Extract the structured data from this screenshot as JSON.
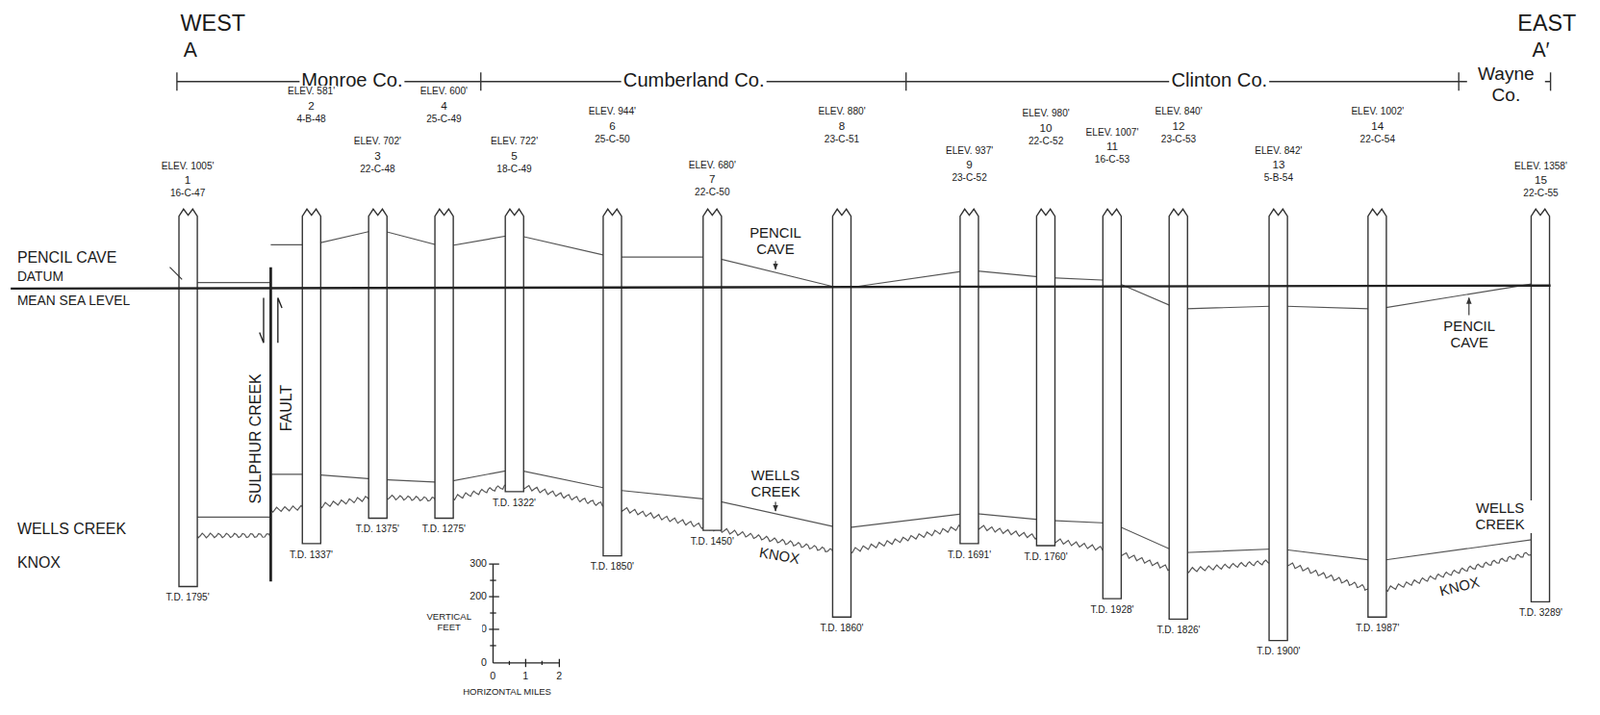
{
  "diagram": {
    "labels": [
      "WEST",
      "A",
      "Monroe Co.",
      "Cumberland Co.",
      "Clinton Co.",
      "EAST",
      "A′",
      "Wayne Co.",
      "ELEV. 1005'",
      "1",
      "16-C-47",
      "ELEV. 581'",
      "2",
      "4-B-48",
      "ELEV. 702'",
      "3",
      "22-C-48",
      "ELEV. 600'",
      "4",
      "25-C-49",
      "ELEV. 722'",
      "5",
      "18-C-49",
      "ELEV. 944'",
      "6",
      "25-C-50",
      "ELEV. 680'",
      "7",
      "22-C-50",
      "ELEV. 880'",
      "8",
      "23-C-51",
      "ELEV. 937'",
      "9",
      "23-C-52",
      "ELEV. 980'",
      "10",
      "22-C-52",
      "ELEV. 1007'",
      "11",
      "16-C-53",
      "ELEV. 840'",
      "12",
      "23-C-53",
      "ELEV. 842'",
      "13",
      "5-B-54",
      "ELEV. 1002'",
      "14",
      "22-C-54",
      "ELEV. 1358'",
      "15",
      "22-C-55",
      "PENCIL CAVE",
      "DATUM",
      "MEAN SEA LEVEL",
      "SULPHUR CREEK",
      "FAULT",
      "PENCIL CAVE",
      "PENCIL CAVE",
      "T.D. 1795'",
      "T.D. 1337'",
      "T.D. 1375'",
      "T.D. 1275'",
      "T.D. 1322'",
      "T.D. 1850'",
      "T.D. 1450'",
      "T.D. 1860'",
      "T.D. 1691'",
      "T.D. 1760'",
      "T.D. 1928'",
      "T.D. 1826'",
      "T.D. 1900'",
      "T.D. 1987'",
      "T.D. 3289'",
      "WELLS CREEK",
      "KNOX",
      "WELLS CREEK",
      "KNOX",
      "WELLS CREEK",
      "KNOX",
      "300",
      "200",
      "100",
      "0",
      "VERTICAL FEET",
      "0",
      "1",
      "2",
      "HORIZONTAL MILES"
    ]
  }
}
